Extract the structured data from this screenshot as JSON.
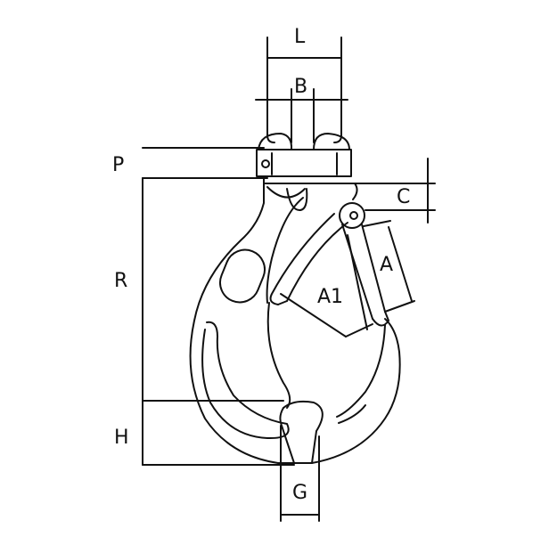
{
  "labels": {
    "L": "L",
    "B": "B",
    "P": "P",
    "C": "C",
    "R": "R",
    "A": "A",
    "A1": "A1",
    "H": "H",
    "G": "G"
  },
  "colors": {
    "ink": "#111111",
    "background": "#ffffff"
  }
}
